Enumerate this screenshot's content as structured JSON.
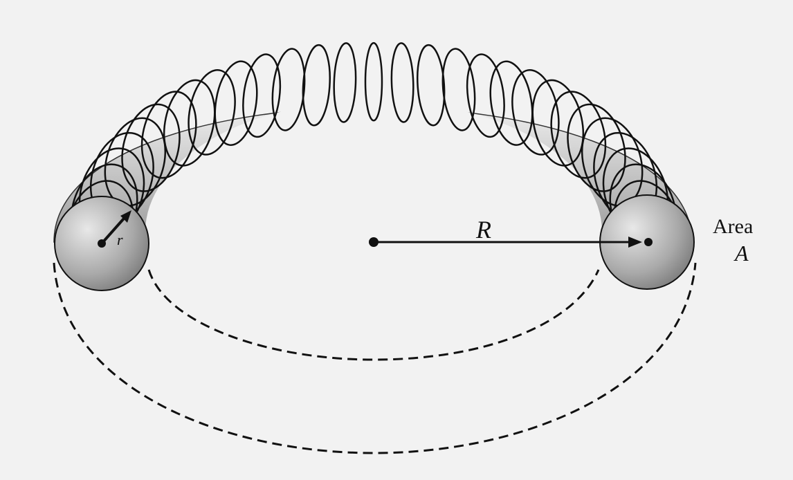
{
  "labels": {
    "major_radius": "R",
    "minor_radius": "r",
    "area_word": "Area",
    "area_symbol": "A"
  },
  "colors": {
    "background": "#f2f2f2",
    "ink": "#111111",
    "tube_light": "#e4e4e4",
    "tube_dark": "#8a8a8a"
  }
}
